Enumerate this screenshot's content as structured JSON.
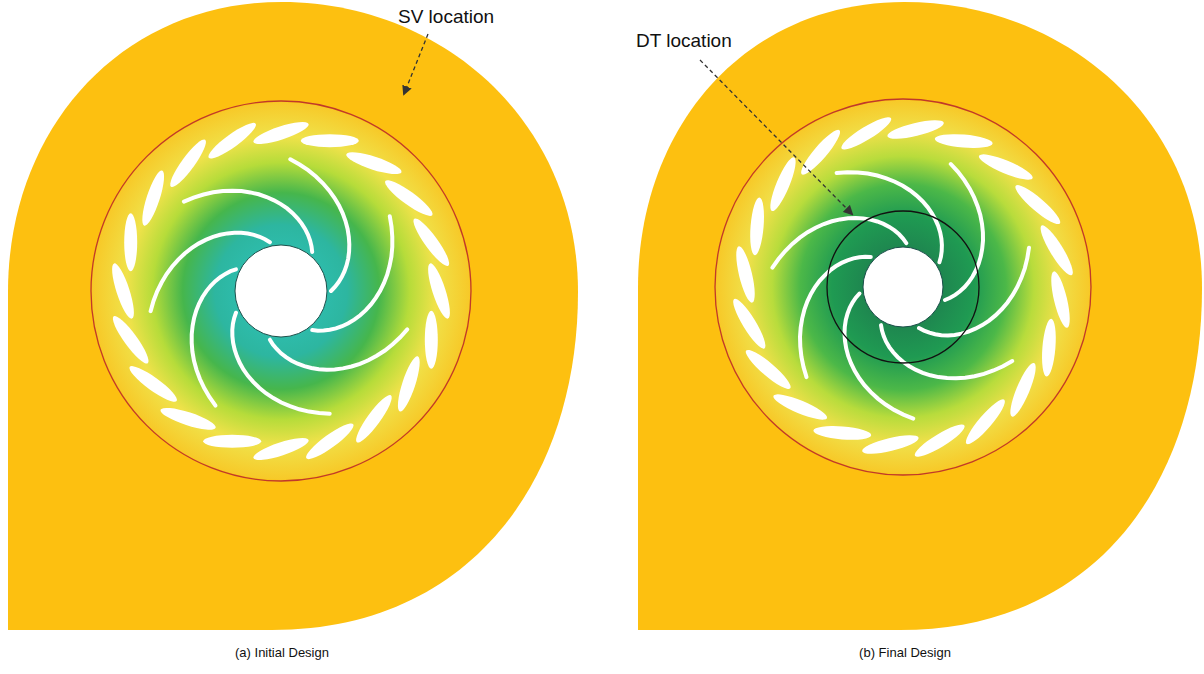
{
  "diagram": {
    "labels": [
      "SV location",
      "DT location",
      "(a) Initial Design",
      "(b) Final Design"
    ]
  }
}
